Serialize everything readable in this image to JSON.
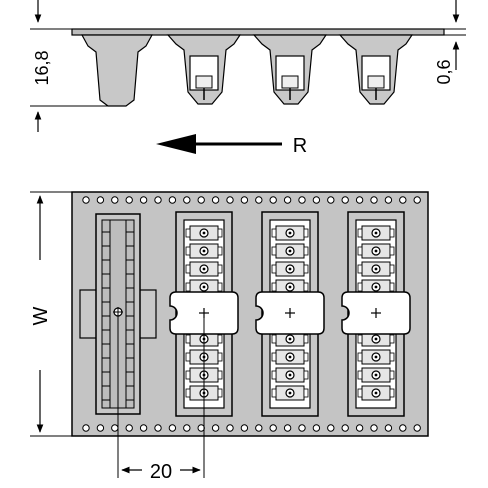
{
  "dimensions": {
    "height": "16,8",
    "thickness": "0,6",
    "width": "W",
    "pitch": "20"
  },
  "direction": {
    "label": "R"
  },
  "colors": {
    "part_fill": "#c8c8c8",
    "tape_fill": "#c4c4c4",
    "line": "#000000",
    "background": "#ffffff"
  }
}
